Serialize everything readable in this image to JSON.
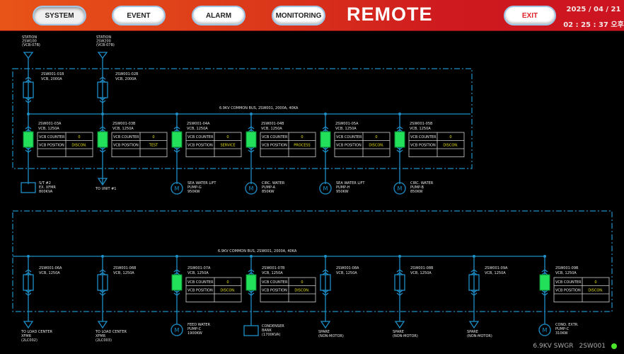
{
  "header": {
    "nav": [
      "SYSTEM",
      "EVENT",
      "ALARM",
      "MONITORING"
    ],
    "active": "SYSTEM",
    "title": "REMOTE",
    "exit": "EXIT",
    "date": "2025 / 04 / 21",
    "time": "02 : 25 : 37 오후"
  },
  "colors": {
    "line": "#1e8fc8",
    "breaker_closed": "#22e05a",
    "value": "#e6e01a",
    "table": "#cfcfcf",
    "text": "#e8e8e8"
  },
  "table_labels": {
    "counter": "VCB COUNTER",
    "position": "VCB POSITION"
  },
  "top": {
    "bus_label": "6.9KV COMMON BUS, 2SW001, 2000A, 40KA",
    "incomers": [
      {
        "station": [
          "STATION",
          "2SW100",
          "(VCB-07B)"
        ],
        "id": "2SW001-01B",
        "rating": "VCB, 2000A"
      },
      {
        "station": [
          "STATION",
          "2SW200",
          "(VCB-07B)"
        ],
        "id": "2SW001-02B",
        "rating": "VCB, 2000A"
      }
    ],
    "feeders": [
      {
        "id": "2SW001-03A",
        "rating": "VCB, 1250A",
        "closed": true,
        "counter": "0",
        "position": "DISCON.",
        "load": "box",
        "load_label": [
          "S/T #2",
          "EX. XFMR",
          "800KVA"
        ]
      },
      {
        "id": "2SW001-03B",
        "rating": "VCB, 1250A",
        "closed": true,
        "counter": "0",
        "position": "TEST",
        "load": "triangle",
        "load_label": [
          "TO UNIT #1"
        ]
      },
      {
        "id": "2SW001-04A",
        "rating": "VCB, 1250A",
        "closed": true,
        "counter": "0",
        "position": "SERVICE",
        "load": "motor",
        "load_label": [
          "SEA WATER LIFT",
          "PUMP-G",
          "950KW"
        ]
      },
      {
        "id": "2SW001-04B",
        "rating": "VCB, 1250A",
        "closed": true,
        "counter": "0",
        "position": "PROCESS",
        "load": "motor",
        "load_label": [
          "CIRC. WATER",
          "PUMP-A",
          "850KW"
        ]
      },
      {
        "id": "2SW001-05A",
        "rating": "VCB, 1250A",
        "closed": true,
        "counter": "0",
        "position": "DISCON.",
        "load": "motor",
        "load_label": [
          "SEA WATER LIFT",
          "PUMP-H",
          "950KW"
        ]
      },
      {
        "id": "2SW001-05B",
        "rating": "VCB, 1250A",
        "closed": true,
        "counter": "0",
        "position": "DISCON.",
        "load": "motor",
        "load_label": [
          "CIRC. WATER",
          "PUMP-B",
          "850KW"
        ]
      }
    ]
  },
  "bottom": {
    "bus_label": "6.9KV COMMON BUS, 2SW001, 2000A, 40KA",
    "feeders": [
      {
        "id": "2SW001-06A",
        "rating": "VCB, 1250A",
        "closed": false,
        "load": "triangle",
        "load_label": [
          "TO LOAD CENTER",
          "XFMR",
          "(2LC002)"
        ]
      },
      {
        "id": "2SW001-06B",
        "rating": "VCB, 1250A",
        "closed": false,
        "load": "triangle",
        "load_label": [
          "TO LOAD CENTER",
          "XFMR",
          "(2LC003)"
        ]
      },
      {
        "id": "2SW001-07A",
        "rating": "VCB, 1250A",
        "closed": true,
        "counter": "0",
        "position": "DISCON.",
        "load": "motor",
        "load_label": [
          "FEED WATER",
          "PUMP-C",
          "1900KW"
        ]
      },
      {
        "id": "2SW001-07B",
        "rating": "VCB, 1250A",
        "closed": true,
        "counter": "0",
        "position": "DISCON.",
        "load": "box",
        "load_label": [
          "CONDENSER",
          "BANK",
          "(1700KVA)"
        ]
      },
      {
        "id": "2SW001-08A",
        "rating": "VCB, 1250A",
        "closed": false,
        "load": "triangle",
        "load_label": [
          "SPARE",
          "(NON-MOTOR)"
        ]
      },
      {
        "id": "2SW001-08B",
        "rating": "VCB, 1250A",
        "closed": false,
        "load": "triangle",
        "load_label": [
          "SPARE",
          "(NON-MOTOR)"
        ]
      },
      {
        "id": "2SW001-09A",
        "rating": "VCB, 1250A",
        "closed": false,
        "load": "triangle",
        "load_label": [
          "SPARE",
          "(NON-MOTOR)"
        ]
      },
      {
        "id": "2SW001-09B",
        "rating": "VCB, 1250A",
        "closed": true,
        "counter": "0",
        "position": "DISCON.",
        "load": "motor",
        "load_label": [
          "COND. EXTR.",
          "PUMP-C",
          "310KW"
        ]
      }
    ]
  },
  "status": {
    "switchgear": "6.9KV SWGR",
    "bus": "2SW001",
    "indicator_color": "#4be62b"
  }
}
